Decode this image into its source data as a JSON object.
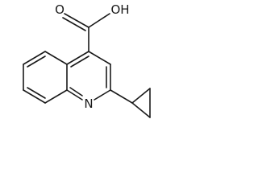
{
  "molecule": {
    "atoms": {
      "carbonyl_oxygen": "O",
      "hydroxyl": "OH",
      "ring_nitrogen": "N"
    }
  }
}
